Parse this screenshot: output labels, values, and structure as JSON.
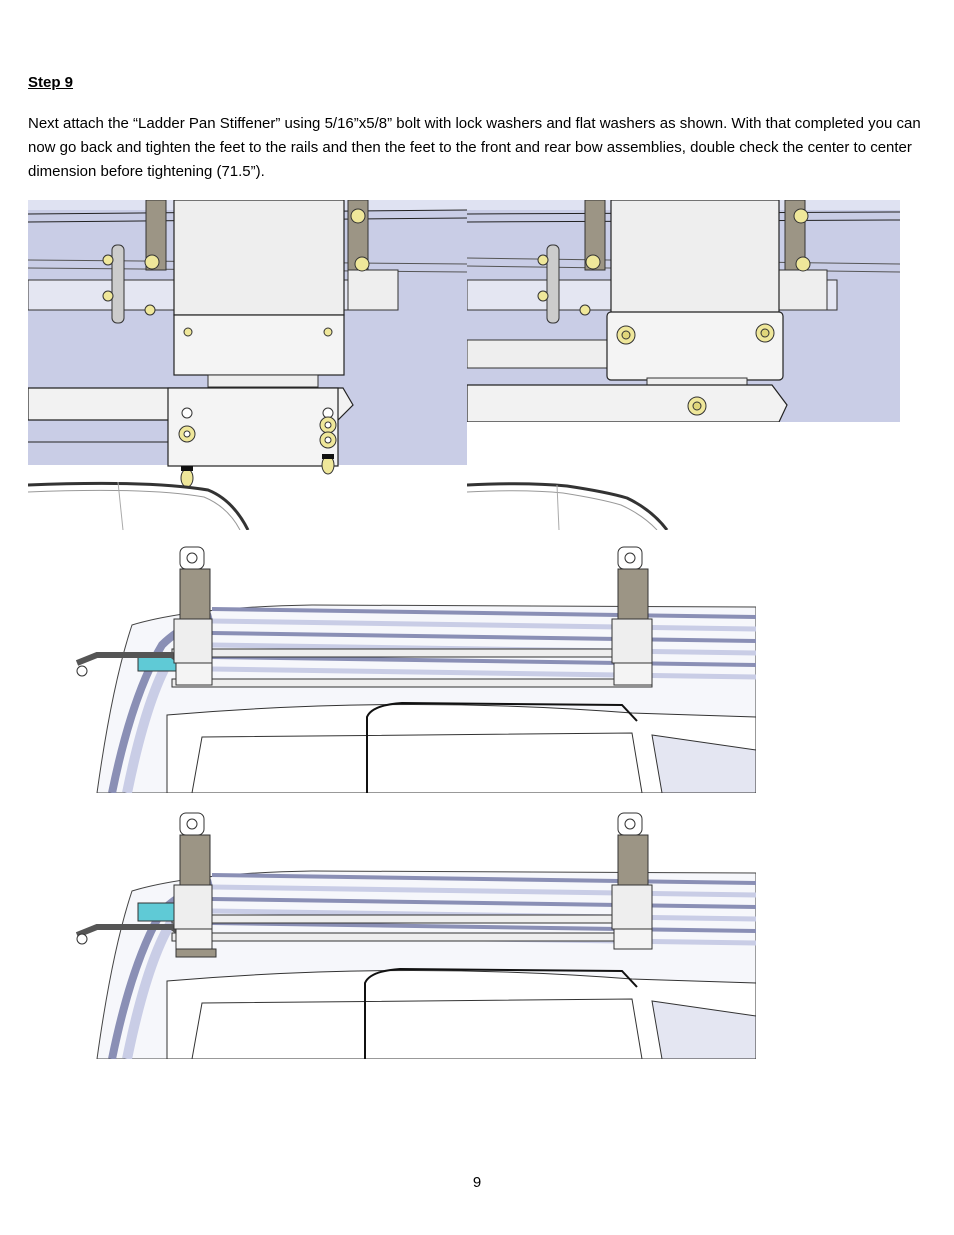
{
  "step": {
    "title": "Step 9",
    "body": "Next attach the “Ladder Pan Stiffener” using 5/16”x5/8” bolt with lock washers and flat washers as shown. With that completed you can now go back and tighten the feet to the rails and then the feet to the front and rear bow assemblies, double check the center to center dimension before tightening (71.5”)."
  },
  "page_number": "9",
  "colors": {
    "shading": "#c9cde6",
    "steel": "#eeeeee",
    "hardware": "#efe79a",
    "bracket": "#9c9585",
    "line": "#111111"
  },
  "figures": [
    {
      "name": "closeup-before-stiffener",
      "icon": "ladder-pan-stiffener-exploded-view"
    },
    {
      "name": "closeup-after-stiffener",
      "icon": "ladder-pan-stiffener-installed-view"
    },
    {
      "name": "roof-view-rack-without-stiffener",
      "icon": "van-roof-rack-view"
    },
    {
      "name": "roof-view-rack-with-stiffener",
      "icon": "van-roof-rack-view"
    }
  ]
}
